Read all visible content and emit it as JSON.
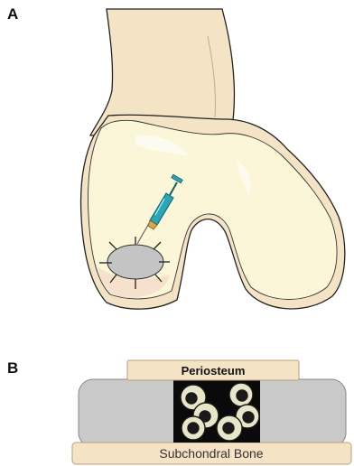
{
  "panels": {
    "a_label": "A",
    "b_label": "B"
  },
  "layers": {
    "top": "Periosteum",
    "bottom": "Subchondral Bone"
  },
  "colors": {
    "bone_fill": "#f5e3c6",
    "cartilage_fill": "#fbf6d8",
    "defect_gray": "#c4c4c4",
    "layer_gray": "#c9c9c9",
    "cell_black": "#0a0a0a",
    "needle_teal": "#2aa6b8"
  }
}
